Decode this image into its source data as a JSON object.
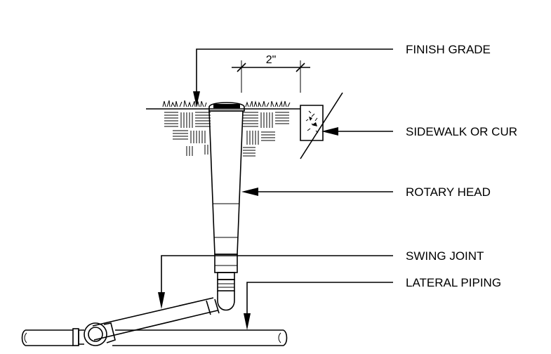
{
  "labels": {
    "finish_grade": "FINISH GRADE",
    "sidewalk": "SIDEWALK OR CUR",
    "rotary_head": "ROTARY HEAD",
    "swing_joint": "SWING JOINT",
    "lateral_piping": "LATERAL PIPING"
  },
  "dimension": {
    "value": "2\""
  },
  "colors": {
    "ink": "#000000",
    "paper": "#ffffff"
  }
}
